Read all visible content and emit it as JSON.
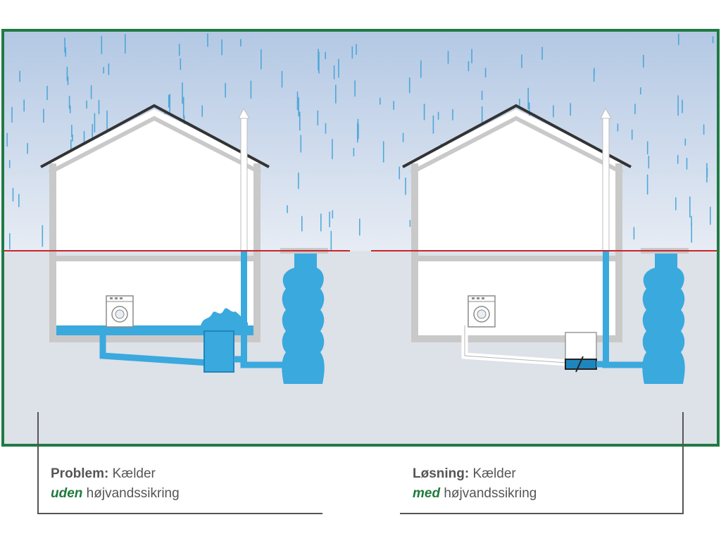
{
  "colors": {
    "frame": "#1f7a45",
    "sky_top": "#b3c8e4",
    "sky_bottom": "#e7ecf4",
    "ground": "#dde1e8",
    "water": "#3aa9dd",
    "water_dark": "#1f86bd",
    "wall": "#c9c9c9",
    "roof": "#333333",
    "waterline": "#c9252c",
    "caption_text": "#555555",
    "caption_accent": "#1e7b3c"
  },
  "panels": [
    {
      "id": "problem",
      "caption": {
        "heading": "Problem:",
        "line1_rest": " Kælder",
        "emphasis": "uden",
        "line2_rest": " højvandssikring"
      },
      "flooded": true,
      "backwater_valve": false
    },
    {
      "id": "solution",
      "caption": {
        "heading": "Løsning:",
        "line1_rest": " Kælder",
        "emphasis": "med",
        "line2_rest": " højvandssikring"
      },
      "flooded": false,
      "backwater_valve": true
    }
  ]
}
